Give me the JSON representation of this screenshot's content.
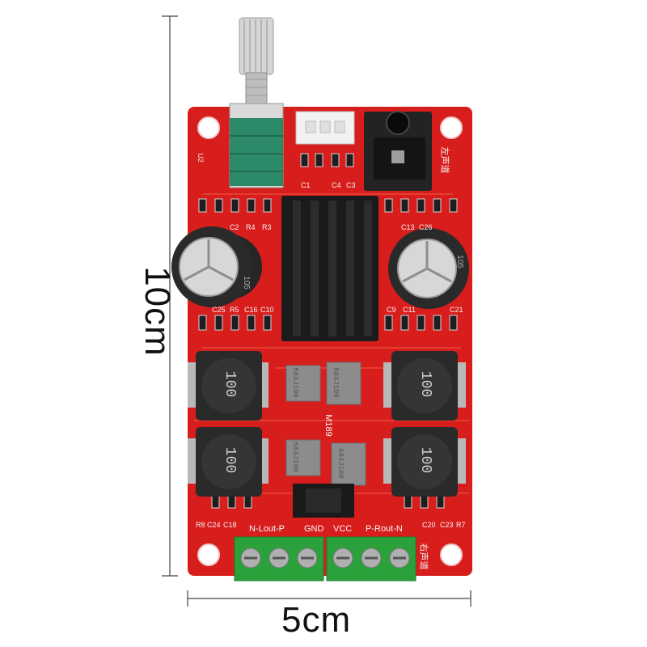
{
  "dimensions": {
    "width_label": "5cm",
    "height_label": "10cm"
  },
  "terminals": {
    "left_label": "N-Lout-P",
    "gnd_label": "GND",
    "vcc_label": "VCC",
    "right_label": "P-Rout-N"
  },
  "silkscreen": {
    "u2": "U2",
    "c1": "C1",
    "c2": "C2",
    "c3": "C3",
    "c4": "C4",
    "r3": "R3",
    "r4": "R4",
    "c13": "C13",
    "c26": "C26",
    "c25": "C25",
    "r5": "R5",
    "c16": "C16",
    "c10": "C10",
    "c9": "C9",
    "c11": "C11",
    "c21": "C21",
    "r8": "R8",
    "c24": "C24",
    "c18": "C18",
    "c20": "C20",
    "c23": "C23",
    "r7": "R7",
    "chip": "M189",
    "left_channel_cn": "左声道",
    "right_channel_cn": "右声道"
  },
  "components": {
    "inductor_code": "100",
    "resistor_code": "684J100",
    "cap_left_label": "105",
    "cap_right_label": "105"
  },
  "colors": {
    "pcb": "#d81d1d",
    "heatsink": "#1b1b1b",
    "terminal": "#2aa13a",
    "potentiometer": "#2d8a68"
  }
}
